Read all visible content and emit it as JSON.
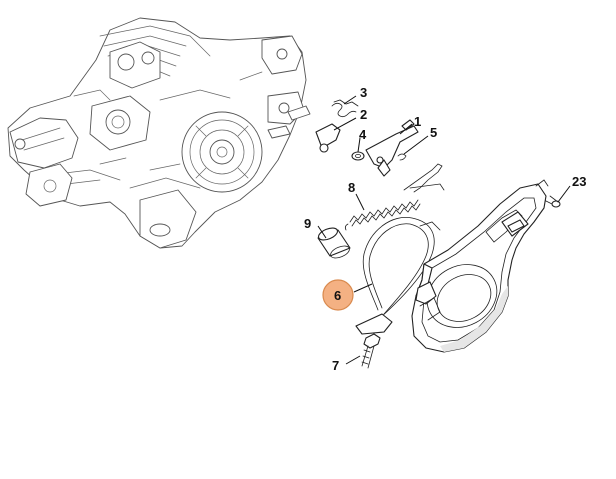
{
  "callouts": [
    {
      "id": "3",
      "label": "3"
    },
    {
      "id": "2",
      "label": "2"
    },
    {
      "id": "1",
      "label": "1"
    },
    {
      "id": "4",
      "label": "4"
    },
    {
      "id": "5",
      "label": "5"
    },
    {
      "id": "8",
      "label": "8"
    },
    {
      "id": "23",
      "label": "23"
    },
    {
      "id": "9",
      "label": "9"
    },
    {
      "id": "6",
      "label": "6",
      "highlighted": true
    },
    {
      "id": "7",
      "label": "7"
    }
  ],
  "colors": {
    "highlight_fill": "#f4b183",
    "highlight_stroke": "#d98a4e",
    "line": "#222222"
  },
  "parts": {
    "engine": "chainsaw-engine-housing",
    "cover": "sprocket-cover"
  }
}
